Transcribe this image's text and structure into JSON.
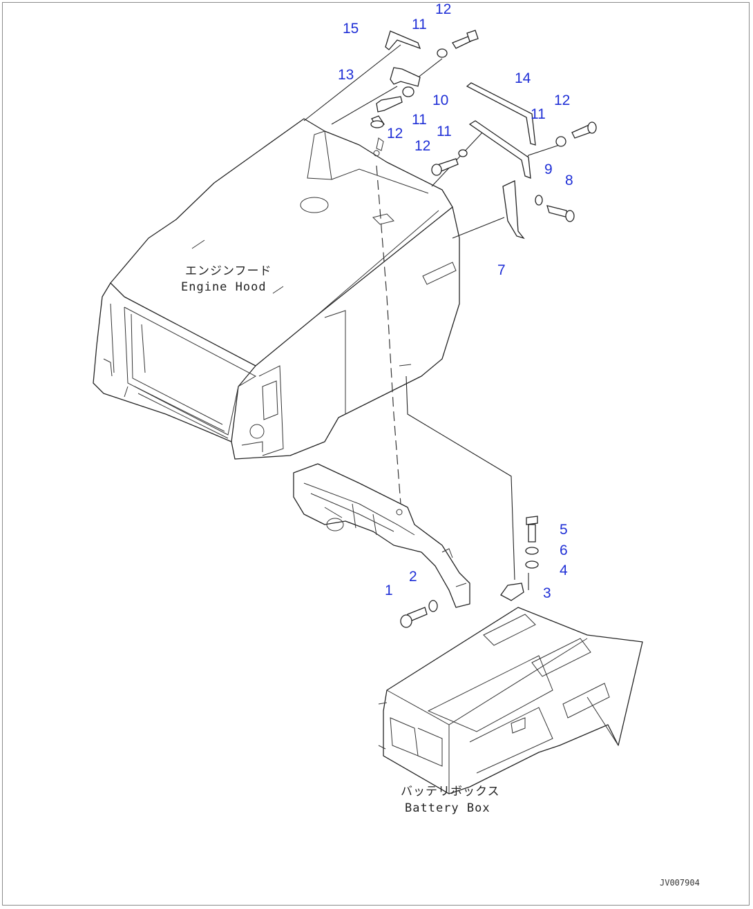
{
  "labels": {
    "engine_hood_jp": "エンジンフード",
    "engine_hood_en": "Engine Hood",
    "battery_box_jp": "バッテリボックス",
    "battery_box_en": "Battery Box",
    "drawing_code": "JV007904"
  },
  "callouts": {
    "c1": "1",
    "c2": "2",
    "c3": "3",
    "c4": "4",
    "c5": "5",
    "c6": "6",
    "c7": "7",
    "c8": "8",
    "c9": "9",
    "c10": "10",
    "c11a": "11",
    "c11b": "11",
    "c11c": "11",
    "c11d": "11",
    "c12a": "12",
    "c12b": "12",
    "c12c": "12",
    "c12d": "12",
    "c13": "13",
    "c14": "14",
    "c15": "15"
  },
  "colors": {
    "callout": "#1f2fd6",
    "linework": "#222222",
    "frame": "#8a8a8a"
  }
}
